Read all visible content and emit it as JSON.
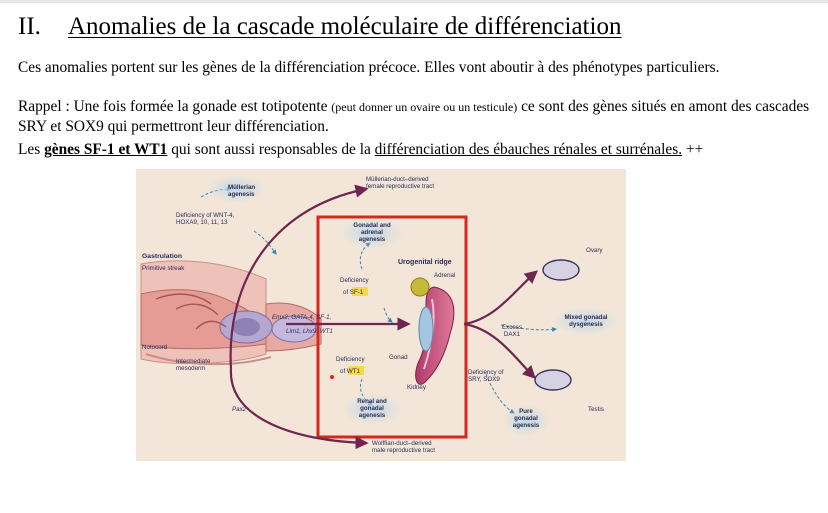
{
  "heading": {
    "number": "II.",
    "title": "Anomalies de la cascade moléculaire de différenciation"
  },
  "paragraphs": {
    "p1": "Ces anomalies portent sur les gènes de la différenciation précoce. Elles vont aboutir à des phénotypes particuliers.",
    "p2_a": "Rappel : Une fois formée la gonade est totipotente ",
    "p2_small": "(peut donner un ovaire ou un testicule)",
    "p2_b": " ce sont des gènes situés en amont des cascades SRY et SOX9 qui permettront leur différenciation.",
    "p3_a": "Les ",
    "p3_bold": "gènes SF-1 et WT1",
    "p3_b": " qui sont aussi responsables de la ",
    "p3_u": "différenciation des ébauches rénales et surrénales.",
    "p3_c": " ++"
  },
  "figure": {
    "colors": {
      "background": "#f3e6d8",
      "box": "#d2281e",
      "arrow": "#6d2650",
      "dashed": "#3a84b8",
      "highlight": "#f4d94a"
    },
    "labels": {
      "mullerian_agenesis": [
        "Müllerian",
        "agenesis"
      ],
      "deficiency_wnt4": [
        "Deficiency of WNT-4,",
        "HOXA9, 10, 11, 13"
      ],
      "gastrulation": "Gastrulation",
      "primitive_streak": "Primitive streak",
      "notocord": "Notocord",
      "intermediate_mesoderm": [
        "Intermediate",
        "mesoderm"
      ],
      "pax2": "Pax2",
      "genes_line1": "Emx2, GATA-4, SF-1,",
      "genes_line2": "Lim1, Lhx9, WT1",
      "mullerian_duct": [
        "Müllerian-duct–derived",
        "female reproductive tract"
      ],
      "gonadal_adrenal_agenesis": [
        "Gonadal and",
        "adrenal",
        "agenesis"
      ],
      "urogenital_ridge": "Urogenital ridge",
      "adrenal": "Adrenal",
      "deficiency_sf1_a": "Deficiency",
      "deficiency_sf1_b": "of ",
      "sf1": "SF-1",
      "gonad": "Gonad",
      "deficiency_wt1_a": "Deficiency",
      "deficiency_wt1_b": "of ",
      "wt1": "WT1",
      "kidney": "Kidney",
      "renal_gonadal_agenesis": [
        "Renal and",
        "gonadal",
        "agenesis"
      ],
      "wolffian_duct": [
        "Wolffian-duct–derived",
        "male reproductive tract"
      ],
      "ovary": "Ovary",
      "excess_dax1": [
        "Excess",
        "DAX1"
      ],
      "mixed_gonadal_dysgenesis": [
        "Mixed gonadal",
        "dysgenesis"
      ],
      "deficiency_sry": [
        "Deficiency of",
        "SRY, SOX9"
      ],
      "pure_gonadal_agenesis": [
        "Pure",
        "gonadal",
        "agenesis"
      ],
      "testis": "Testis"
    }
  }
}
